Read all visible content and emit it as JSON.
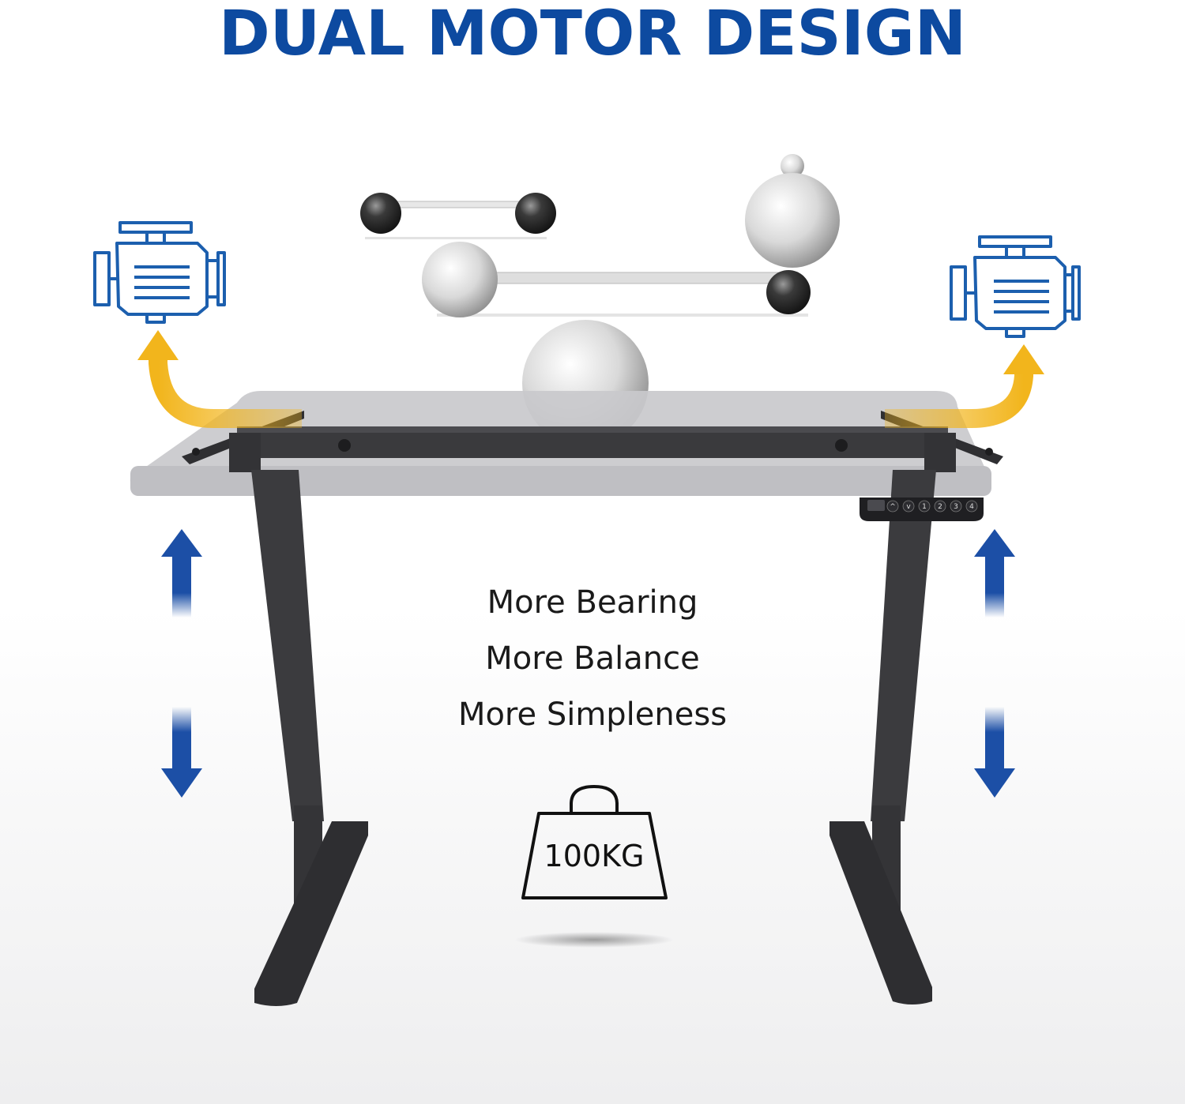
{
  "headline": "DUAL MOTOR DESIGN",
  "features": [
    "More Bearing",
    "More Balance",
    "More Simpleness"
  ],
  "weight_label": "100KG",
  "control_panel": {
    "buttons": [
      "^",
      "v",
      "1",
      "2",
      "3",
      "4"
    ]
  },
  "colors": {
    "headline_blue": "#0d4aa0",
    "icon_blue": "#1c5fae",
    "arrow_yellow": "#f2b51c",
    "frame_dark": "#3a3a3d",
    "desktop_gray": "#c9c9cc"
  },
  "icons": {
    "left_motor": "engine-icon",
    "right_motor": "engine-icon",
    "weight": "weight-icon"
  }
}
